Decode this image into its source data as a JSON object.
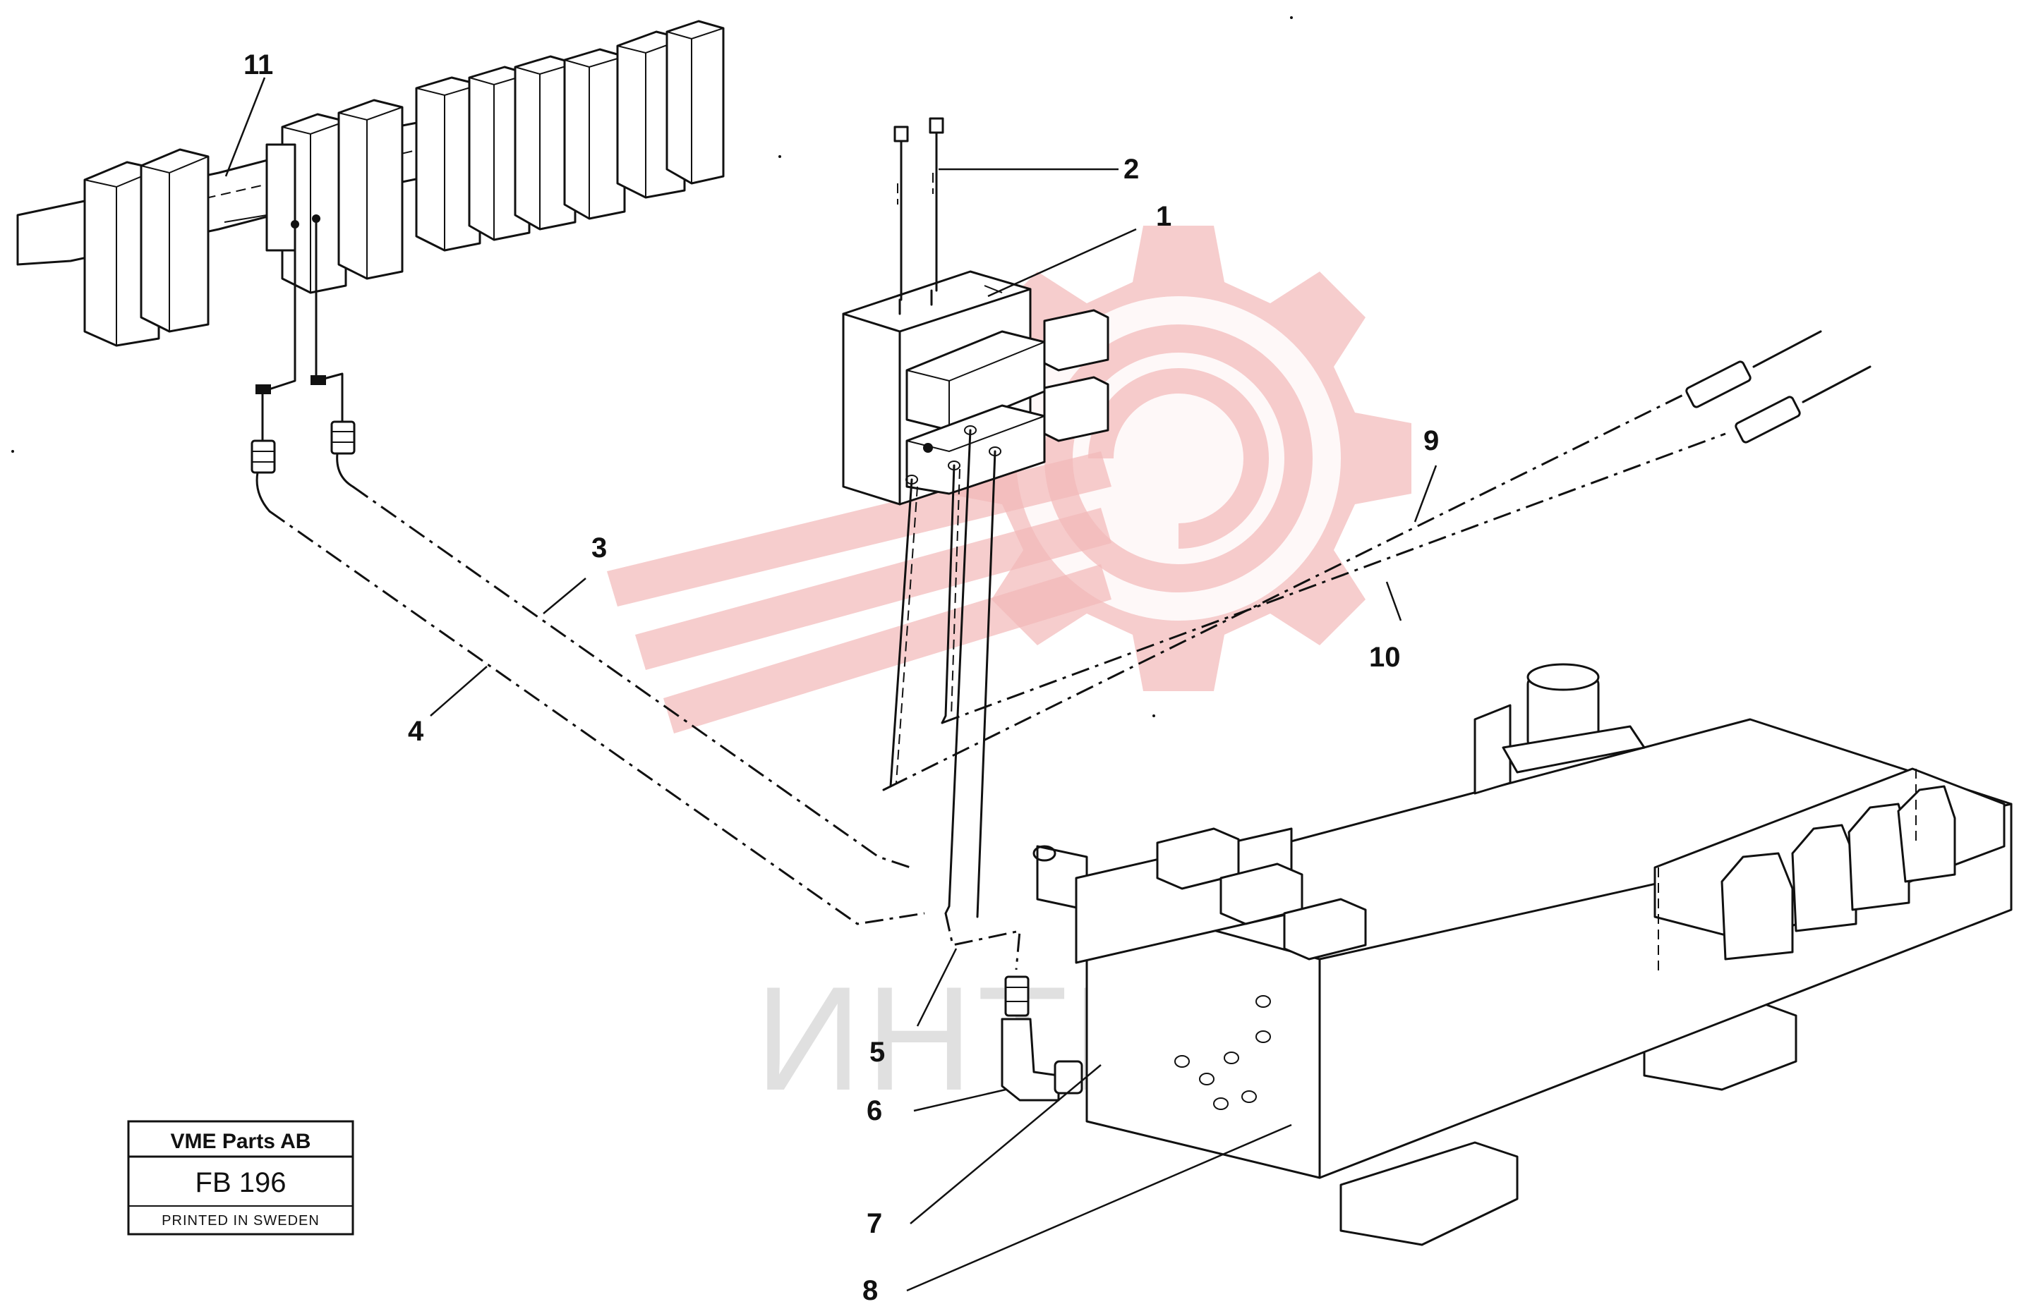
{
  "callouts": {
    "c1": "1",
    "c2": "2",
    "c3": "3",
    "c4": "4",
    "c5": "5",
    "c6": "6",
    "c7": "7",
    "c8": "8",
    "c9": "9",
    "c10": "10",
    "c11": "11"
  },
  "title_block": {
    "company": "VME Parts AB",
    "code": "FB 196",
    "printed": "PRINTED IN SWEDEN"
  },
  "watermark": {
    "text": "ИНТЕХ",
    "color": "#f2b8b8"
  },
  "colors": {
    "ink": "#111111",
    "background": "#ffffff"
  }
}
